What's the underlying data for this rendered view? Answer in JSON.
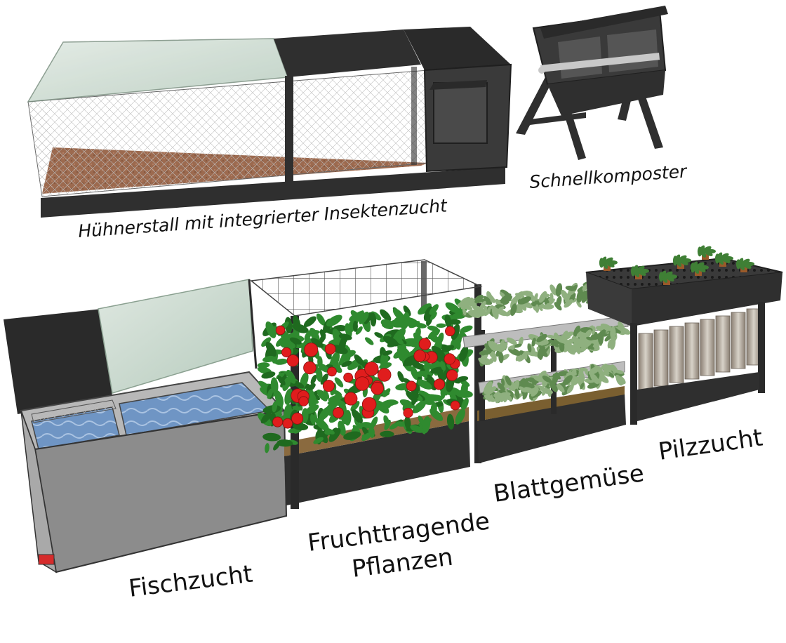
{
  "labels": {
    "chicken_coop": "Hühnerstall mit integrierter Insektenzucht",
    "composter": "Schnellkomposter",
    "fish_farming": "Fischzucht",
    "fruit_plants_line1": "Fruchttragende",
    "fruit_plants_line2": "Pflanzen",
    "leafy_greens": "Blattgemüse",
    "mushroom": "Pilzzucht"
  },
  "colors": {
    "frame": "#2f2f2f",
    "frame_dark": "#1f1f1f",
    "soil": "#9c6a4f",
    "glass": "#b9d3c3",
    "water": "#6f95c4",
    "leaf": "#2f8a2f",
    "leaf_light": "#8fb07f",
    "tomato": "#e01d1d",
    "tank_grey": "#8c8c8c"
  }
}
